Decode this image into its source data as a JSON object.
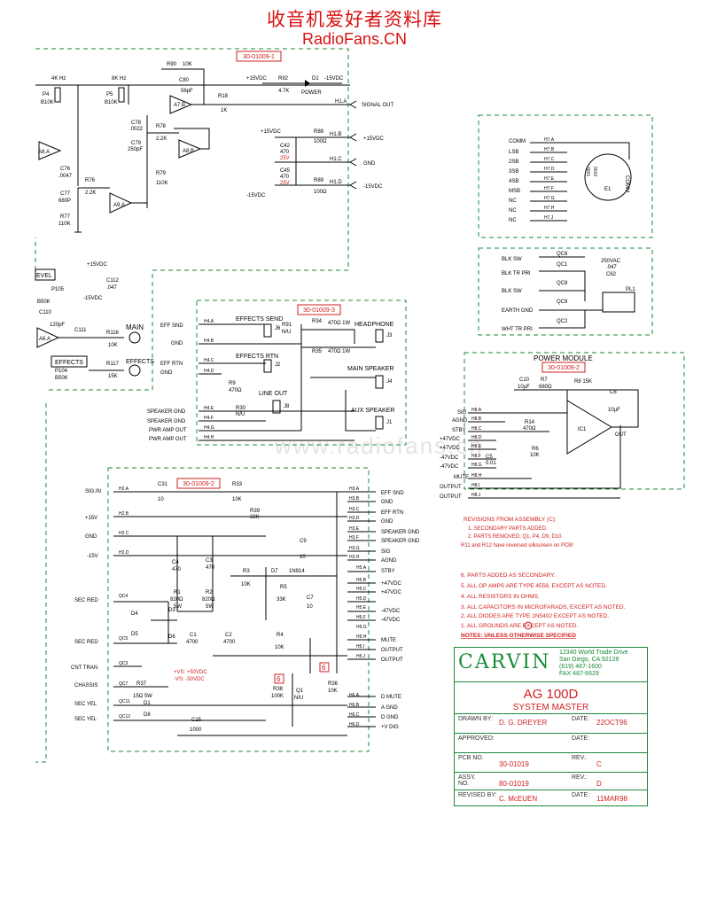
{
  "header": {
    "cn_title": "收音机爱好者资料库",
    "site": "RadioFans.CN"
  },
  "watermark": "www.radiofans.cn",
  "ref_boxes": [
    "30-01009-1",
    "30-01009-3",
    "30-01009-2",
    "30-01009-2"
  ],
  "sections": {
    "power": "POWER",
    "power_module": "POWER MODULE",
    "main": "MAIN",
    "effects": "EFFECTS",
    "headphone": "HEADPHONE",
    "main_speaker": "MAIN SPEAKER",
    "aux_speaker": "AUX SPEAKER",
    "effects_send": "EFFECTS SEND",
    "effects_rtn": "EFFECTS RTN",
    "line_out": "LINE OUT",
    "level": "EVEL"
  },
  "signals": {
    "signal_out": "SIGNAL OUT",
    "p15": "+15VDC",
    "gnd": "GND",
    "m15": "-15VDC"
  },
  "h7_labels": [
    "COMM",
    "LSB",
    "2SB",
    "3SB",
    "4SB",
    "MSB",
    "NC",
    "NC",
    "NC"
  ],
  "h7_pins": [
    "H7.A",
    "H7.B",
    "H7.C",
    "H7.D",
    "H7.E",
    "H7.F",
    "H7.G",
    "H7.H",
    "H7.J"
  ],
  "switch_labels": [
    "BLK SW",
    "BLK TR PRI",
    "BLK SW",
    "EARTH GND",
    "WHT TR PRI"
  ],
  "h4_labels": [
    "EFF SND",
    "GND",
    "EFF RTN",
    "GND",
    "SPEAKER GND",
    "SPEAKER GND",
    "PWR AMP OUT",
    "PWR AMP OUT"
  ],
  "h4_pins": [
    "H4.A",
    "H4.B",
    "H4.C",
    "H4.D",
    "H4.E",
    "H4.F",
    "H4.G",
    "H4.H"
  ],
  "h8_labels": [
    "SIG",
    "AGND",
    "STBY",
    "+47VDC",
    "+47VDC",
    "-47VDC",
    "-47VDC",
    "MUTE",
    "OUTPUT",
    "OUTPUT"
  ],
  "h8_pins": [
    "H8.A",
    "H8.B",
    "H8.C",
    "H8.D",
    "H8.E",
    "H8.F",
    "H8.G",
    "H8.H",
    "H8.I",
    "H8.J"
  ],
  "h2_labels": [
    "SIG.IN",
    "+15V",
    "GND",
    "-15V",
    "SEC RED",
    "SEC RED",
    "CNT TRAN",
    "CHASSIS",
    "SEC YEL",
    "SEC YEL"
  ],
  "h3_labels": [
    "EFF SND",
    "GND",
    "EFF RTN",
    "GND",
    "SPEAKER GND",
    "SPEAKER GND",
    "SIG",
    "AGND",
    "STBY",
    "+47VDC",
    "+47VDC",
    "-47VDC",
    "-47VDC",
    "MUTE",
    "OUTPUT",
    "OUTPUT"
  ],
  "h6_labels": [
    "D MUTE",
    "A GND",
    "D GND",
    "+V DIG"
  ],
  "revisions": {
    "title": "REVISIONS FROM ASSEMBLY (C):",
    "items": [
      "1.  SECONDARY PARTS ADDED.",
      "2.  PARTS REMOVED: Q1, P4, D9, D10.",
      "R11 and R12 have reversed silkscreen on PCB!"
    ]
  },
  "notes": {
    "title": "NOTES:  UNLESS OTHERWISE SPECIFIED",
    "items": [
      "6.  PARTS ADDED AS SECONDARY.",
      "5.  ALL OP AMPS ARE TYPE 4558, EXCEPT AS NOTED.",
      "4.  ALL RESISTORS IN OHMS.",
      "3.  ALL CAPACITORS IN MICROFARADS, EXCEPT AS NOTED.",
      "2.  ALL DIODES ARE TYPE 1N5402 EXCEPT AS NOTED.",
      "1.  ALL GROUNDS ARE      EXCEPT AS NOTED."
    ]
  },
  "title_block": {
    "brand": "CARVIN",
    "address": [
      "12340 World Trade Drive",
      "San Diego, CA  92128",
      "(619) 487-1600",
      "FAX 487-6629"
    ],
    "model": "AG 100D",
    "subtitle": "SYSTEM  MASTER",
    "drawn_by_label": "DRAWN BY:",
    "drawn_by": "D. G. DREYER",
    "date_label": "DATE:",
    "drawn_date": "22OCT96",
    "approved_label": "APPROVED:",
    "pcb_label": "PCB NO.",
    "pcb_no": "30-01019",
    "rev_label": "REV.:",
    "pcb_rev": "C",
    "assy_label": "ASSY. NO.",
    "assy_no": "80-01019",
    "assy_rev": "D",
    "revised_label": "REVISED BY:",
    "revised_by": "C. McEUEN",
    "revised_date": "11MAR98"
  },
  "components": {
    "p4": "P4",
    "p4v": "B10K",
    "p5": "P5",
    "p5v": "B10K",
    "r90": "R90",
    "c80": "C80",
    "r18": "R18",
    "r78": "R78",
    "r79": "R79",
    "c78": "C78",
    "c79": "C79",
    "c76": "C76",
    "c77": "C77",
    "r76": "R76",
    "r77": "R77",
    "r92": "R92",
    "d1": "D1",
    "r88": "R88",
    "r89": "R89",
    "c42": "C42",
    "c45": "C45",
    "c112": "C112",
    "c110": "C110",
    "c111": "C111",
    "r116": "R116",
    "r117": "R117",
    "p104": "P104",
    "p105": "P105",
    "ic1": "IC1",
    "e1": "E1",
    "qc1": "QC1",
    "qc8": "QC8",
    "qc9": "QC9",
    "qc2": "QC2",
    "qc6": "QC6",
    "pl1": "PL1",
    "c62": "C62"
  }
}
